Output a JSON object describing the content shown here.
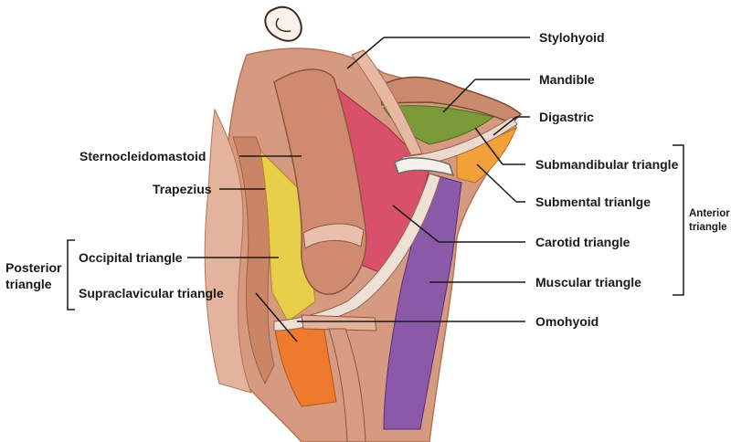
{
  "labels": {
    "stylohyoid": "Stylohyoid",
    "mandible": "Mandible",
    "digastric": "Digastric",
    "sternocleidomastoid": "Sternocleidomastoid",
    "trapezius": "Trapezius",
    "submandibular_triangle": "Submandibular triangle",
    "submental_triangle": "Submental trianlge",
    "carotid_triangle": "Carotid triangle",
    "occipital_triangle": "Occipital triangle",
    "muscular_triangle": "Muscular triangle",
    "supraclavicular_triangle": "Supraclavicular triangle",
    "omohyoid": "Omohyoid"
  },
  "groups": {
    "posterior_line1": "Posterior",
    "posterior_line2": "triangle",
    "anterior_line1": "Anterior",
    "anterior_line2": "triangle"
  },
  "colors": {
    "submandibular": "#7a9a3a",
    "submental": "#f2a03a",
    "carotid": "#d8506a",
    "muscular": "#8a5aa8",
    "occipital": "#e8cf4a",
    "supraclavicular": "#ee7a2e",
    "muscle": "#d59a80",
    "muscle_dark": "#b57358"
  }
}
